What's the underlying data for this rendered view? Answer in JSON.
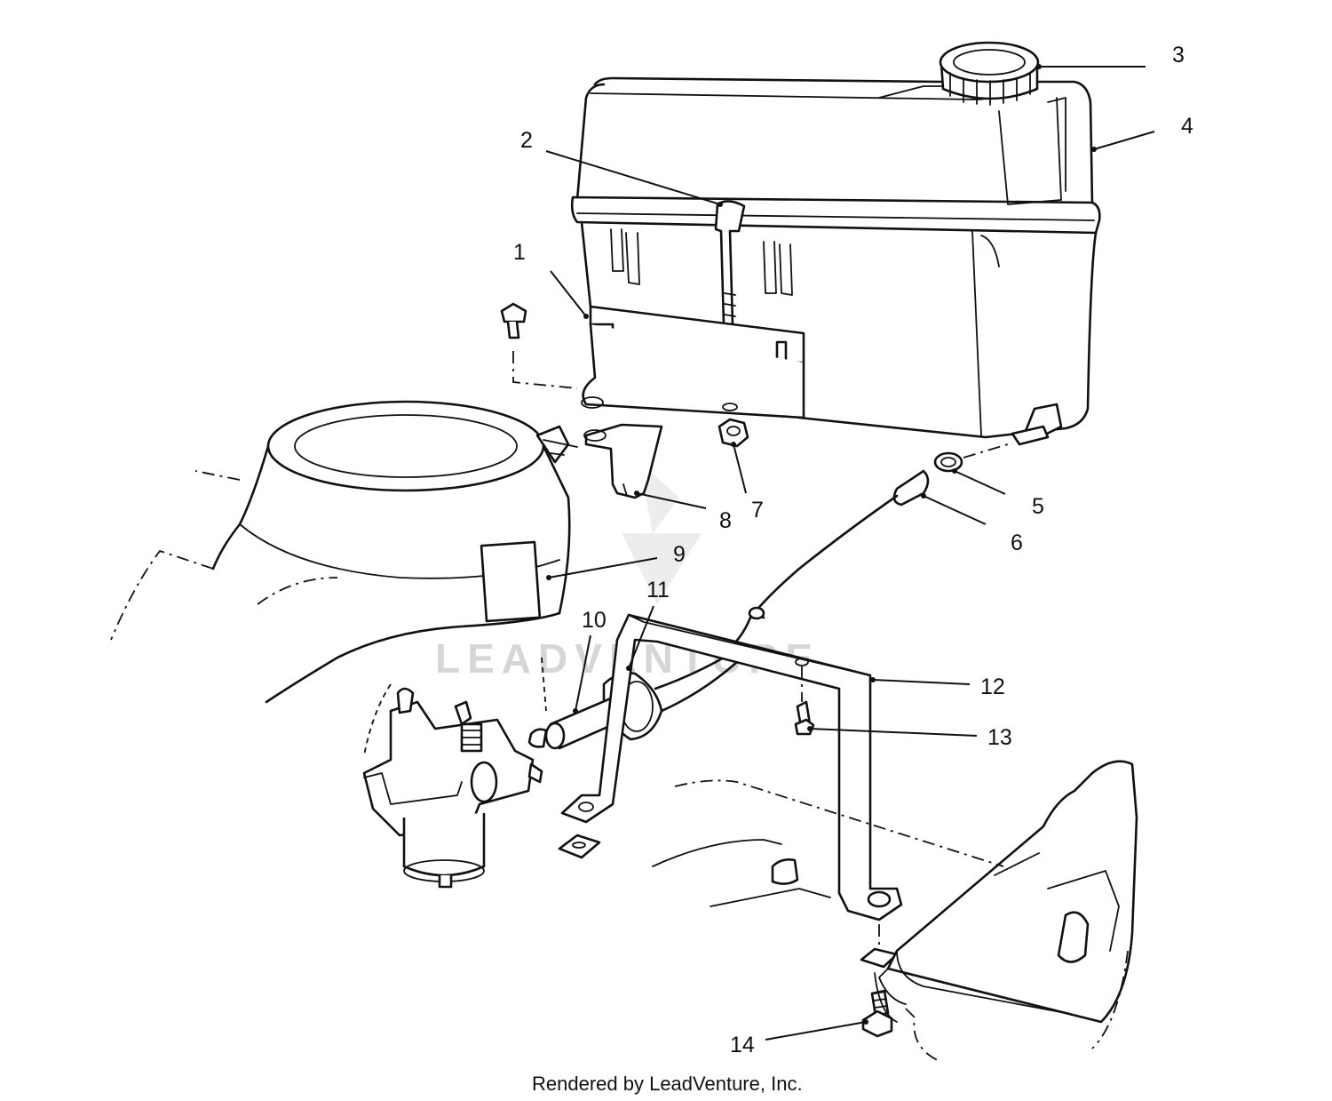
{
  "diagram": {
    "watermark": "LEADVENTURE",
    "credit": "Rendered by LeadVenture, Inc.",
    "callouts": [
      {
        "id": "1",
        "text": "1"
      },
      {
        "id": "2",
        "text": "2"
      },
      {
        "id": "3",
        "text": "3"
      },
      {
        "id": "4",
        "text": "4"
      },
      {
        "id": "5",
        "text": "5"
      },
      {
        "id": "6",
        "text": "6"
      },
      {
        "id": "7",
        "text": "7"
      },
      {
        "id": "8",
        "text": "8"
      },
      {
        "id": "9",
        "text": "9"
      },
      {
        "id": "10",
        "text": "10"
      },
      {
        "id": "11",
        "text": "11"
      },
      {
        "id": "12",
        "text": "12"
      },
      {
        "id": "13",
        "text": "13"
      },
      {
        "id": "14",
        "text": "14"
      }
    ]
  }
}
